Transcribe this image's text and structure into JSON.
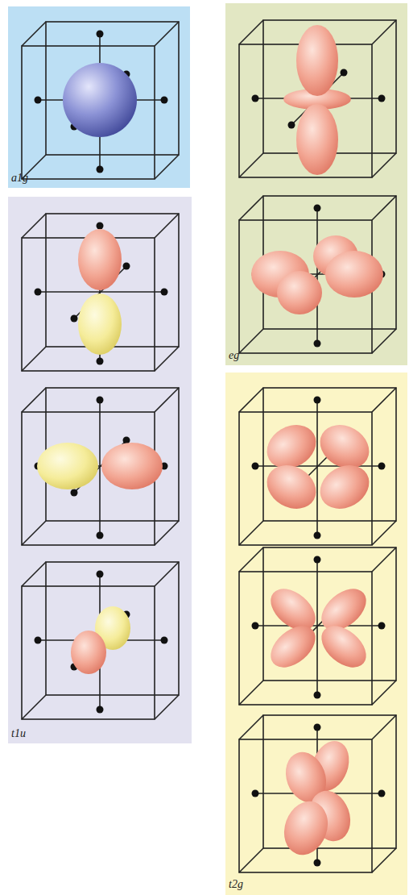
{
  "diagram": {
    "nodes": [
      {
        "text": [
          "a1g"
        ]
      },
      {
        "text": [
          "t1u"
        ]
      },
      {
        "text": [
          "eg"
        ]
      },
      {
        "text": [
          "t2g"
        ]
      }
    ]
  }
}
